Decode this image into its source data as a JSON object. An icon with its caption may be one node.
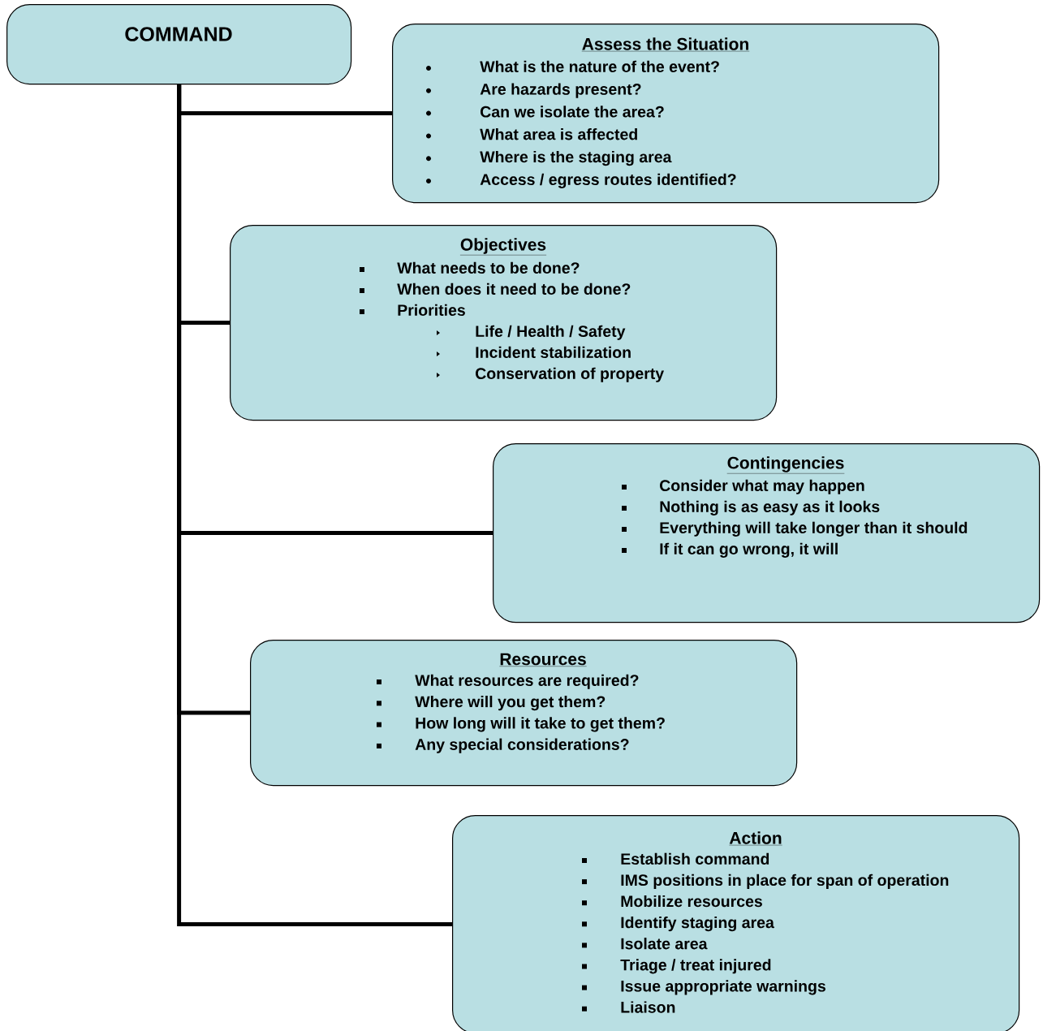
{
  "diagram": {
    "nodes": [
      {
        "text": [
          "COMMAND"
        ]
      },
      {
        "text": [
          "Assess the Situation",
          "What is the nature of the event?",
          "Are hazards present?",
          "Can we isolate the area?",
          "What area is affected",
          "Where is the staging area",
          "Access / egress routes identified?"
        ]
      },
      {
        "text": [
          "Objectives",
          "What needs to be done?",
          "When does it need to be done?",
          "Priorities",
          "Life / Health / Safety",
          "Incident stabilization",
          "Conservation of property"
        ]
      },
      {
        "text": [
          "Contingencies",
          "Consider what may happen",
          "Nothing is as easy as it looks",
          "Everything will take longer than it should",
          "If it can go wrong, it will"
        ]
      },
      {
        "text": [
          "Resources",
          "What resources are required?",
          "Where will you get them?",
          "How long will it take to get them?",
          "Any special considerations?"
        ]
      },
      {
        "text": [
          "Action",
          "Establish command",
          "IMS positions in place for span of operation",
          "Mobilize resources",
          "Identify staging area",
          "Isolate area",
          "Triage / treat injured",
          "Issue appropriate warnings",
          "Liaison"
        ]
      }
    ],
    "edges": [
      {
        "from": 0,
        "to": 1,
        "arrow": "none"
      },
      {
        "from": 0,
        "to": 2,
        "arrow": "none"
      },
      {
        "from": 0,
        "to": 3,
        "arrow": "none"
      },
      {
        "from": 0,
        "to": 4,
        "arrow": "none"
      },
      {
        "from": 0,
        "to": 5,
        "arrow": "none"
      }
    ]
  }
}
